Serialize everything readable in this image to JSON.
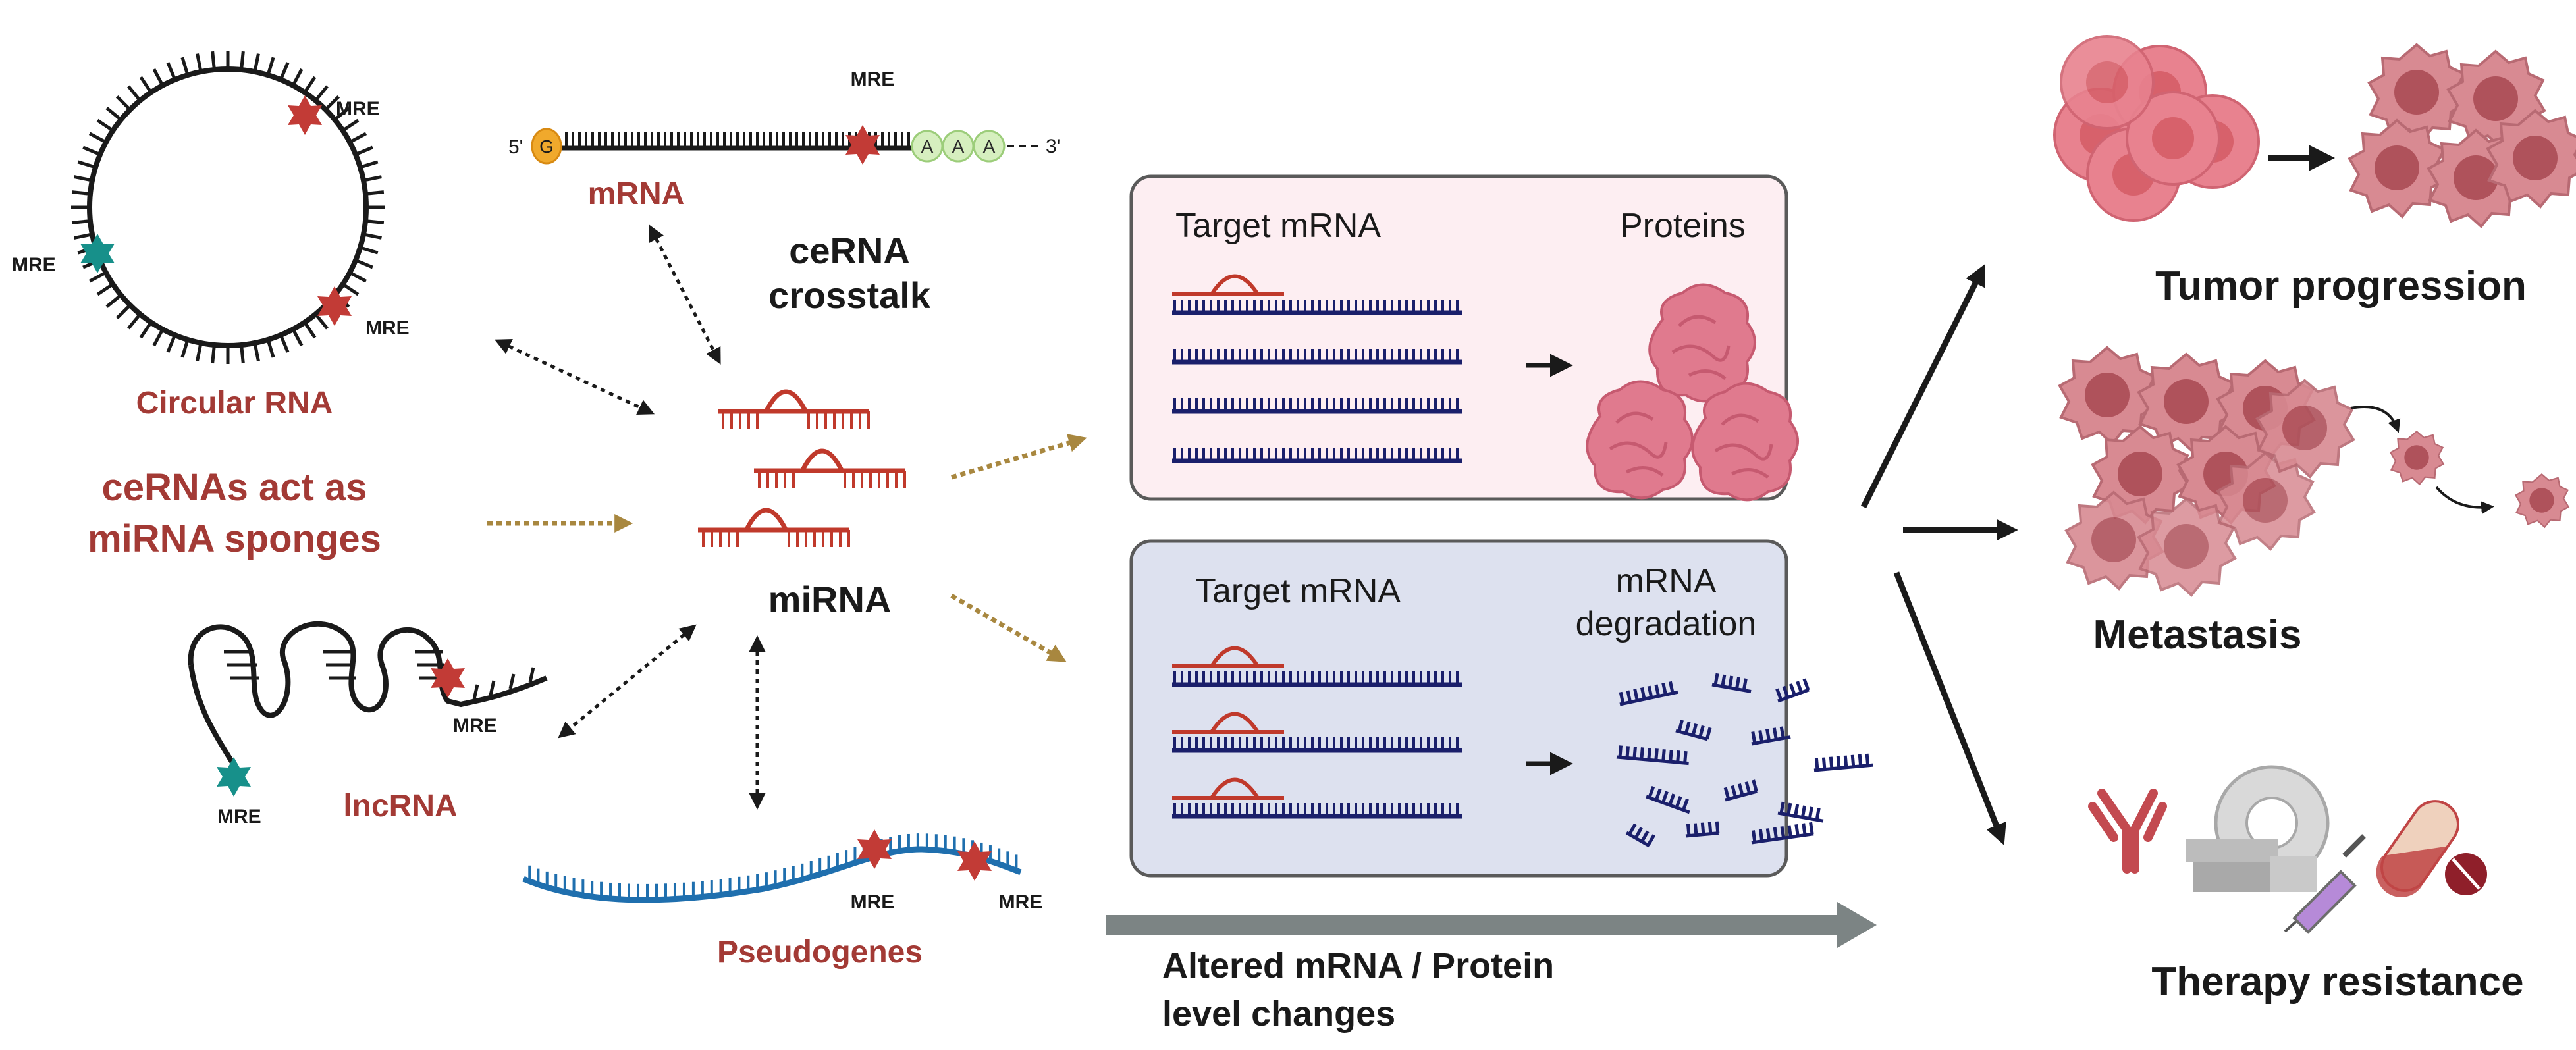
{
  "colors": {
    "red_text": "#a33a35",
    "mirna_red": "#c0392b",
    "navy": "#1a1f6b",
    "mre_red": "#c23b36",
    "mre_teal": "#17908a",
    "pink_box": "#fdeef2",
    "blue_box": "#dde1ef",
    "gold_arrow": "#a8873f",
    "gray_arrow": "#7c8484",
    "pseudogene_blue": "#1f6fae"
  },
  "circular_rna": {
    "label": "Circular RNA",
    "mre_labels": [
      "MRE",
      "MRE",
      "MRE"
    ]
  },
  "mrna": {
    "label": "mRNA",
    "five_prime": "5'",
    "three_prime": "3'",
    "cap": "G",
    "polya": [
      "A",
      "A",
      "A"
    ],
    "mre_label": "MRE"
  },
  "crosstalk": {
    "line1": "ceRNA",
    "line2": "crosstalk"
  },
  "sponge": {
    "line1": "ceRNAs act as",
    "line2": "miRNA sponges"
  },
  "mirna": {
    "label": "miRNA"
  },
  "lncrna": {
    "label": "lncRNA",
    "mre_labels": [
      "MRE",
      "MRE"
    ]
  },
  "pseudogenes": {
    "label": "Pseudogenes",
    "mre_labels": [
      "MRE",
      "MRE"
    ]
  },
  "box_top": {
    "left_title": "Target mRNA",
    "right_title": "Proteins"
  },
  "box_bottom": {
    "left_title": "Target mRNA",
    "right_line1": "mRNA",
    "right_line2": "degradation"
  },
  "altered": {
    "line1": "Altered mRNA / Protein",
    "line2": "level changes"
  },
  "outcomes": {
    "tumor": "Tumor progression",
    "metastasis": "Metastasis",
    "therapy": "Therapy resistance"
  }
}
